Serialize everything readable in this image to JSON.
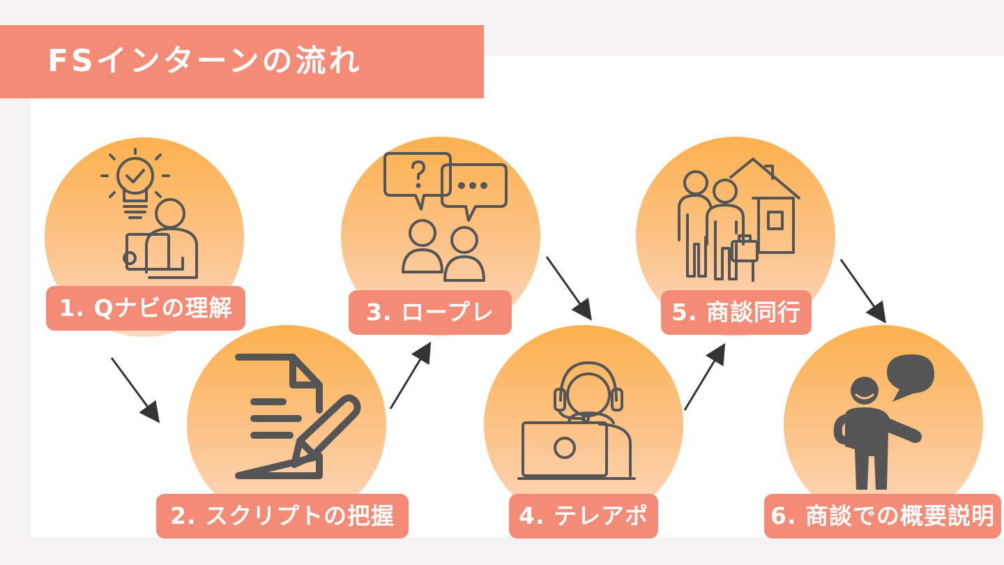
{
  "title": "FSインターンの流れ",
  "colors": {
    "banner": "#f48b76",
    "circle_top": "#fbb14d",
    "circle_bottom": "#fed9c2",
    "icon_stroke": "#555555",
    "arrow": "#333333"
  },
  "steps": [
    {
      "label": "1. Qナビの理解",
      "icon": "lightbulb-person-tablet-icon"
    },
    {
      "label": "2. スクリプトの把握",
      "icon": "document-pencil-icon"
    },
    {
      "label": "3. ロープレ",
      "icon": "two-people-speech-bubbles-icon"
    },
    {
      "label": "4. テレアポ",
      "icon": "headset-operator-laptop-icon"
    },
    {
      "label": "5. 商談同行",
      "icon": "family-house-briefcase-icon"
    },
    {
      "label": "6. 商談での概要説明",
      "icon": "person-speaking-icon"
    }
  ]
}
